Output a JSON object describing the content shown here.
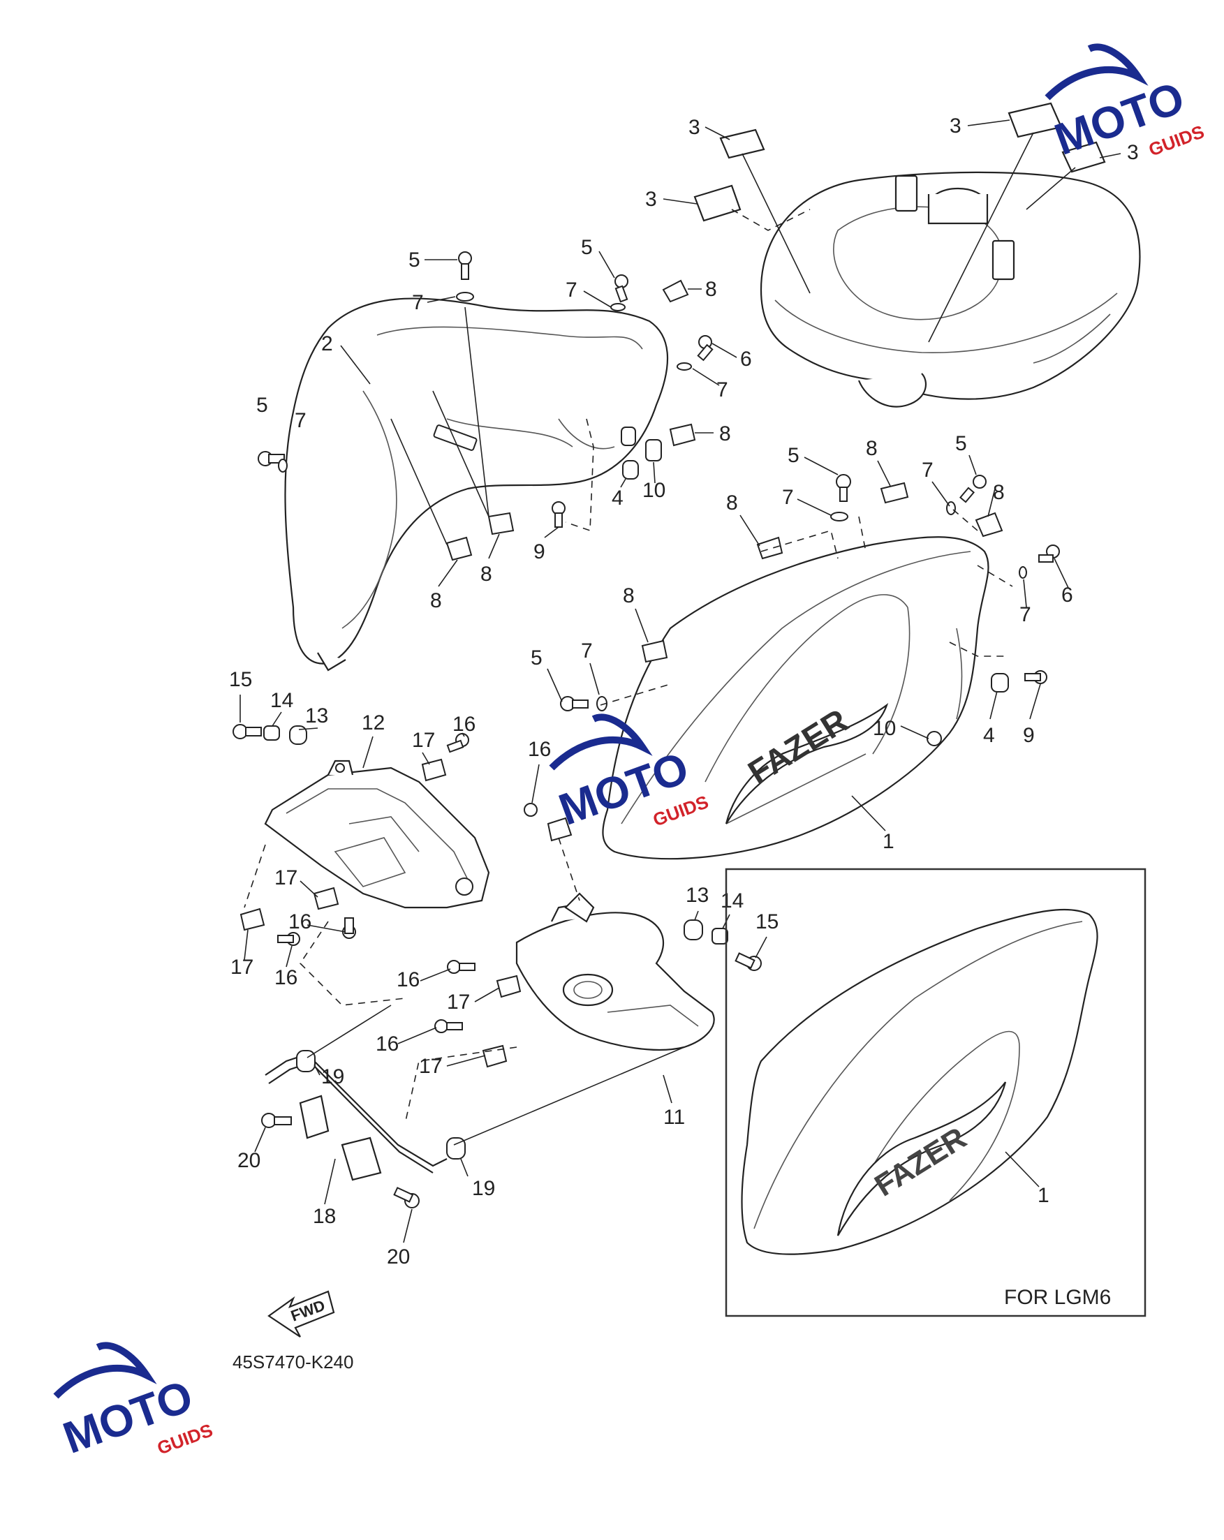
{
  "callouts": {
    "c1": "1",
    "c1b": "1",
    "c2": "2",
    "c3a": "3",
    "c3b": "3",
    "c3c": "3",
    "c3d": "3",
    "c4a": "4",
    "c4b": "4",
    "c5a": "5",
    "c5b": "5",
    "c5c": "5",
    "c5d": "5",
    "c5e": "5",
    "c5f": "5",
    "c6a": "6",
    "c6b": "6",
    "c7a": "7",
    "c7b": "7",
    "c7c": "7",
    "c7d": "7",
    "c7e": "7",
    "c7f": "7",
    "c7g": "7",
    "c8a": "8",
    "c8b": "8",
    "c8c": "8",
    "c8d": "8",
    "c8e": "8",
    "c8f": "8",
    "c8g": "8",
    "c8h": "8",
    "c9a": "9",
    "c9b": "9",
    "c10a": "10",
    "c10b": "10",
    "c11": "11",
    "c12": "12",
    "c13a": "13",
    "c13b": "13",
    "c14a": "14",
    "c14b": "14",
    "c15a": "15",
    "c15b": "15",
    "c16a": "16",
    "c16b": "16",
    "c16c": "16",
    "c16d": "16",
    "c16e": "16",
    "c16f": "16",
    "c17a": "17",
    "c17b": "17",
    "c17c": "17",
    "c17d": "17",
    "c17e": "17",
    "c18": "18",
    "c19a": "19",
    "c19b": "19",
    "c20a": "20",
    "c20b": "20"
  },
  "inset_label": "FOR LGM6",
  "diagram_code": "45S7470-K240",
  "fwd_label": "FWD",
  "tank_decal": "FAZER",
  "watermark": {
    "text_moto": "MOTO",
    "text_guids": "GUIDS",
    "color_blue": "#1a2b8f",
    "color_red": "#d2232a"
  }
}
